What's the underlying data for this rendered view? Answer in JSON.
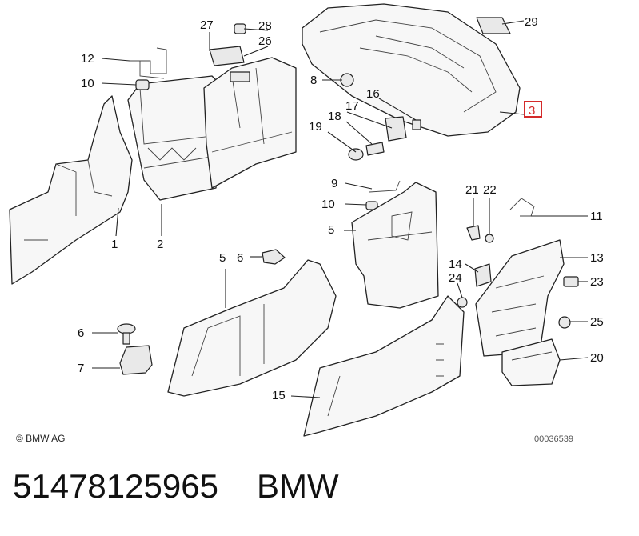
{
  "diagram": {
    "copyright": "© BMW AG",
    "diagram_id": "00036539",
    "highlighted_part": "3",
    "part_numbers": [
      "1",
      "2",
      "3",
      "5",
      "6",
      "6",
      "7",
      "8",
      "9",
      "10",
      "10",
      "11",
      "12",
      "13",
      "14",
      "15",
      "16",
      "17",
      "18",
      "19",
      "20",
      "21",
      "22",
      "23",
      "24",
      "25",
      "26",
      "27",
      "28",
      "29"
    ]
  },
  "caption": {
    "part_number": "51478125965",
    "brand": "BMW"
  },
  "colors": {
    "highlight": "#d42a2a",
    "line": "#222222"
  }
}
